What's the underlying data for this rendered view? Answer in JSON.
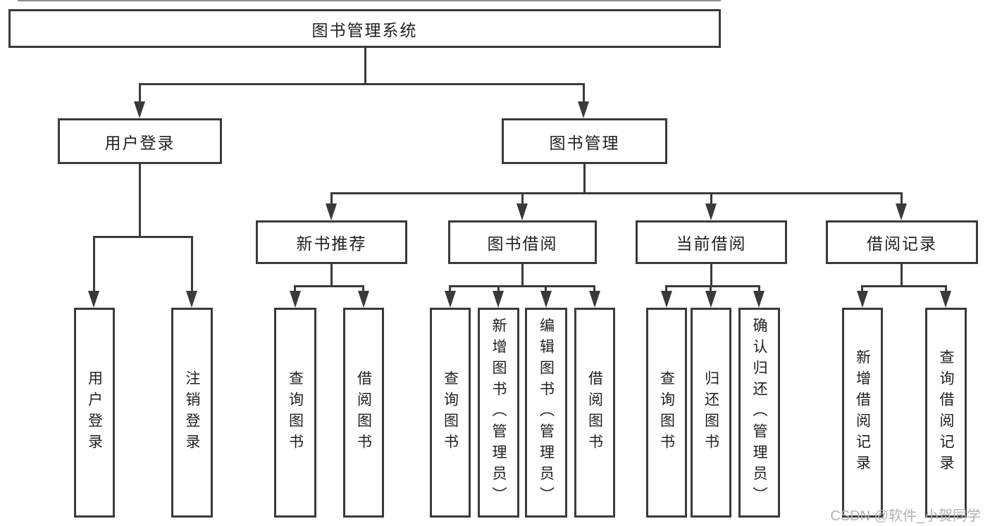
{
  "colors": {
    "line": "#3a3a3a",
    "text": "#1f1f1f",
    "watermark": "#b2b2b2",
    "background": "#ffffff",
    "artifact": "#909090"
  },
  "watermark": "CSDN @软件_小贺同学",
  "tree": {
    "root": {
      "label": "图书管理系统"
    },
    "branches": [
      {
        "label": "用户登录",
        "children": [
          {
            "label": "用户登录"
          },
          {
            "label": "注销登录"
          }
        ]
      },
      {
        "label": "图书管理",
        "children": [
          {
            "label": "新书推荐",
            "children": [
              {
                "label": "查询图书"
              },
              {
                "label": "借阅图书"
              }
            ]
          },
          {
            "label": "图书借阅",
            "children": [
              {
                "label": "查询图书"
              },
              {
                "label": "新增图书（管理员）"
              },
              {
                "label": "编辑图书（管理员）"
              },
              {
                "label": "借阅图书"
              }
            ]
          },
          {
            "label": "当前借阅",
            "children": [
              {
                "label": "查询图书"
              },
              {
                "label": "归还图书"
              },
              {
                "label": "确认归还（管理员）"
              }
            ]
          },
          {
            "label": "借阅记录",
            "children": [
              {
                "label": "新增借阅记录"
              },
              {
                "label": "查询借阅记录"
              }
            ]
          }
        ]
      }
    ]
  }
}
